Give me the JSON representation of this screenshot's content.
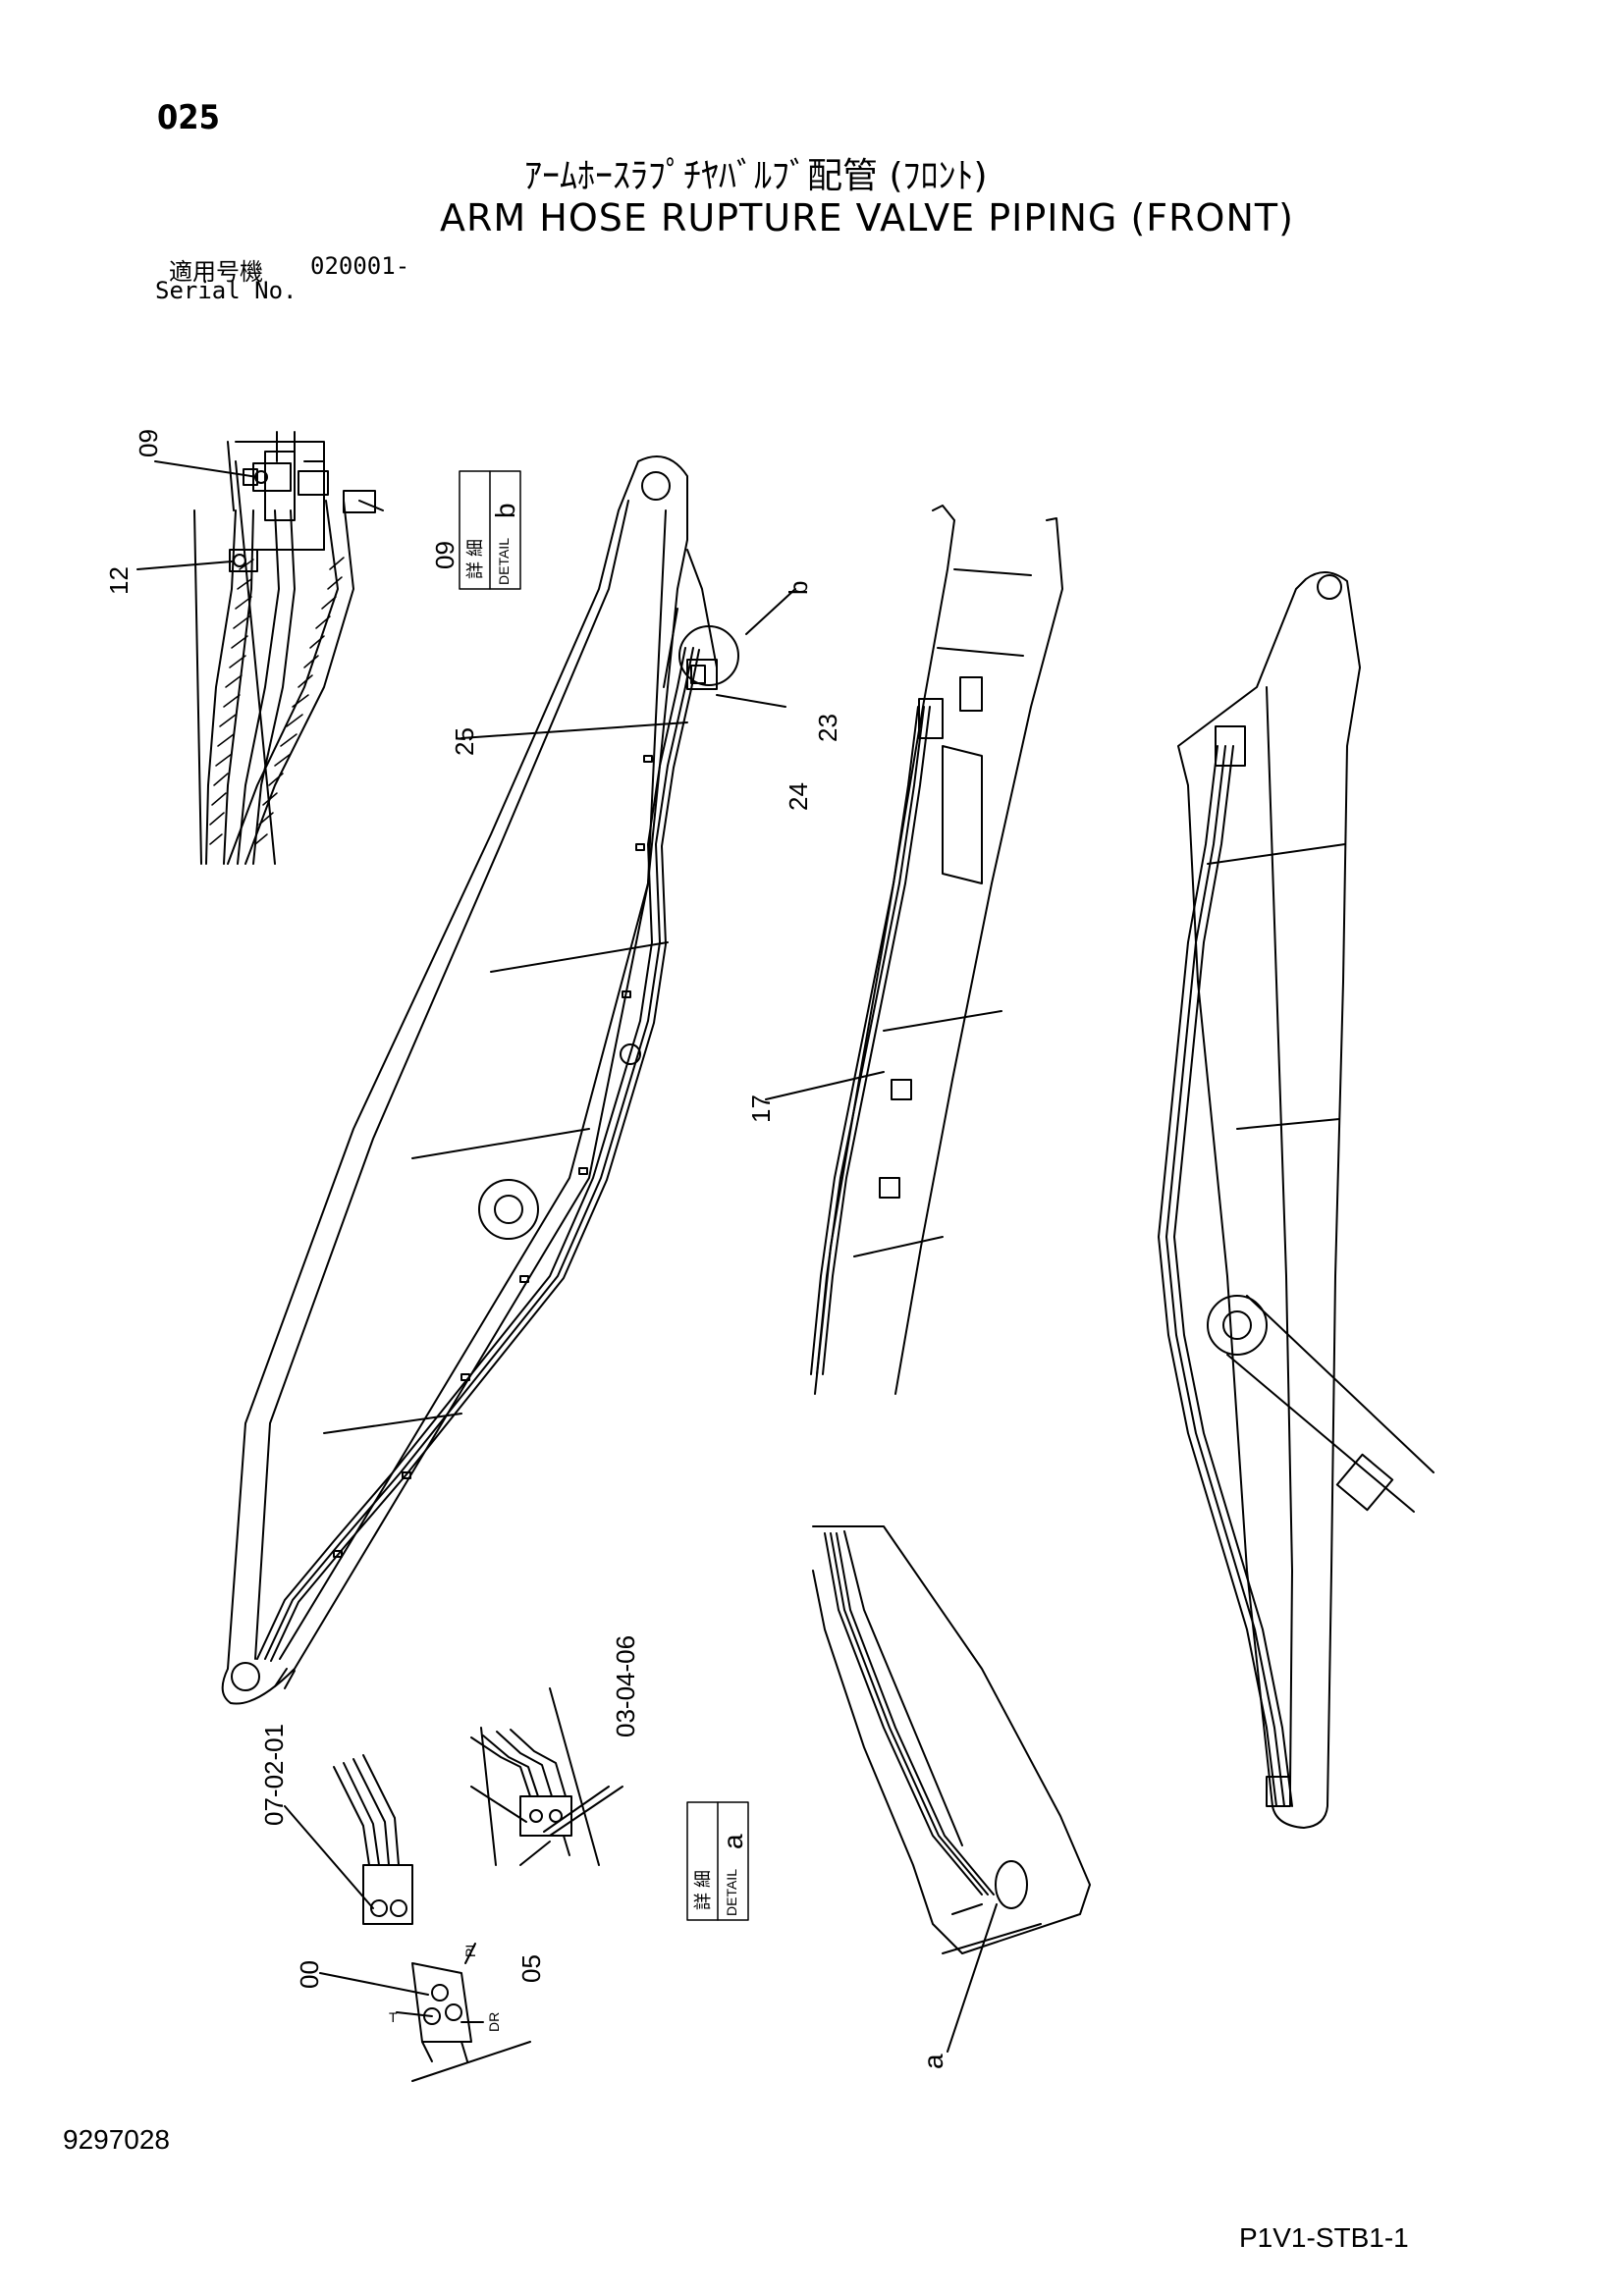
{
  "header": {
    "page_number": "025",
    "title_jp": "ｱｰﾑﾎｰｽﾗﾌﾟﾁﾔﾊﾞﾙﾌﾞ配管 (ﾌﾛﾝﾄ)",
    "title_en": "ARM HOSE RUPTURE VALVE PIPING (FRONT)",
    "serial_label_jp": "適用号機",
    "serial_value": "020001-",
    "serial_label_en": "Serial No."
  },
  "detail_boxes": {
    "b": {
      "jp": "詳 細",
      "en": "DETAIL",
      "letter": "b"
    },
    "a": {
      "jp": "詳 細",
      "en": "DETAIL",
      "letter": "a"
    }
  },
  "callouts": {
    "c09a": "09",
    "c09b": "09",
    "c12": "12",
    "c25": "25",
    "c23": "23",
    "c24": "24",
    "cb": "b",
    "c17": "17",
    "c030406": "03-04-06",
    "c070201": "07-02-01",
    "c00": "00",
    "c05": "05",
    "ca": "a",
    "port_pi": "PI",
    "port_dr": "DR",
    "port_t": "T"
  },
  "footer": {
    "drawing_number": "9297028",
    "code": "P1V1-STB1-1"
  }
}
